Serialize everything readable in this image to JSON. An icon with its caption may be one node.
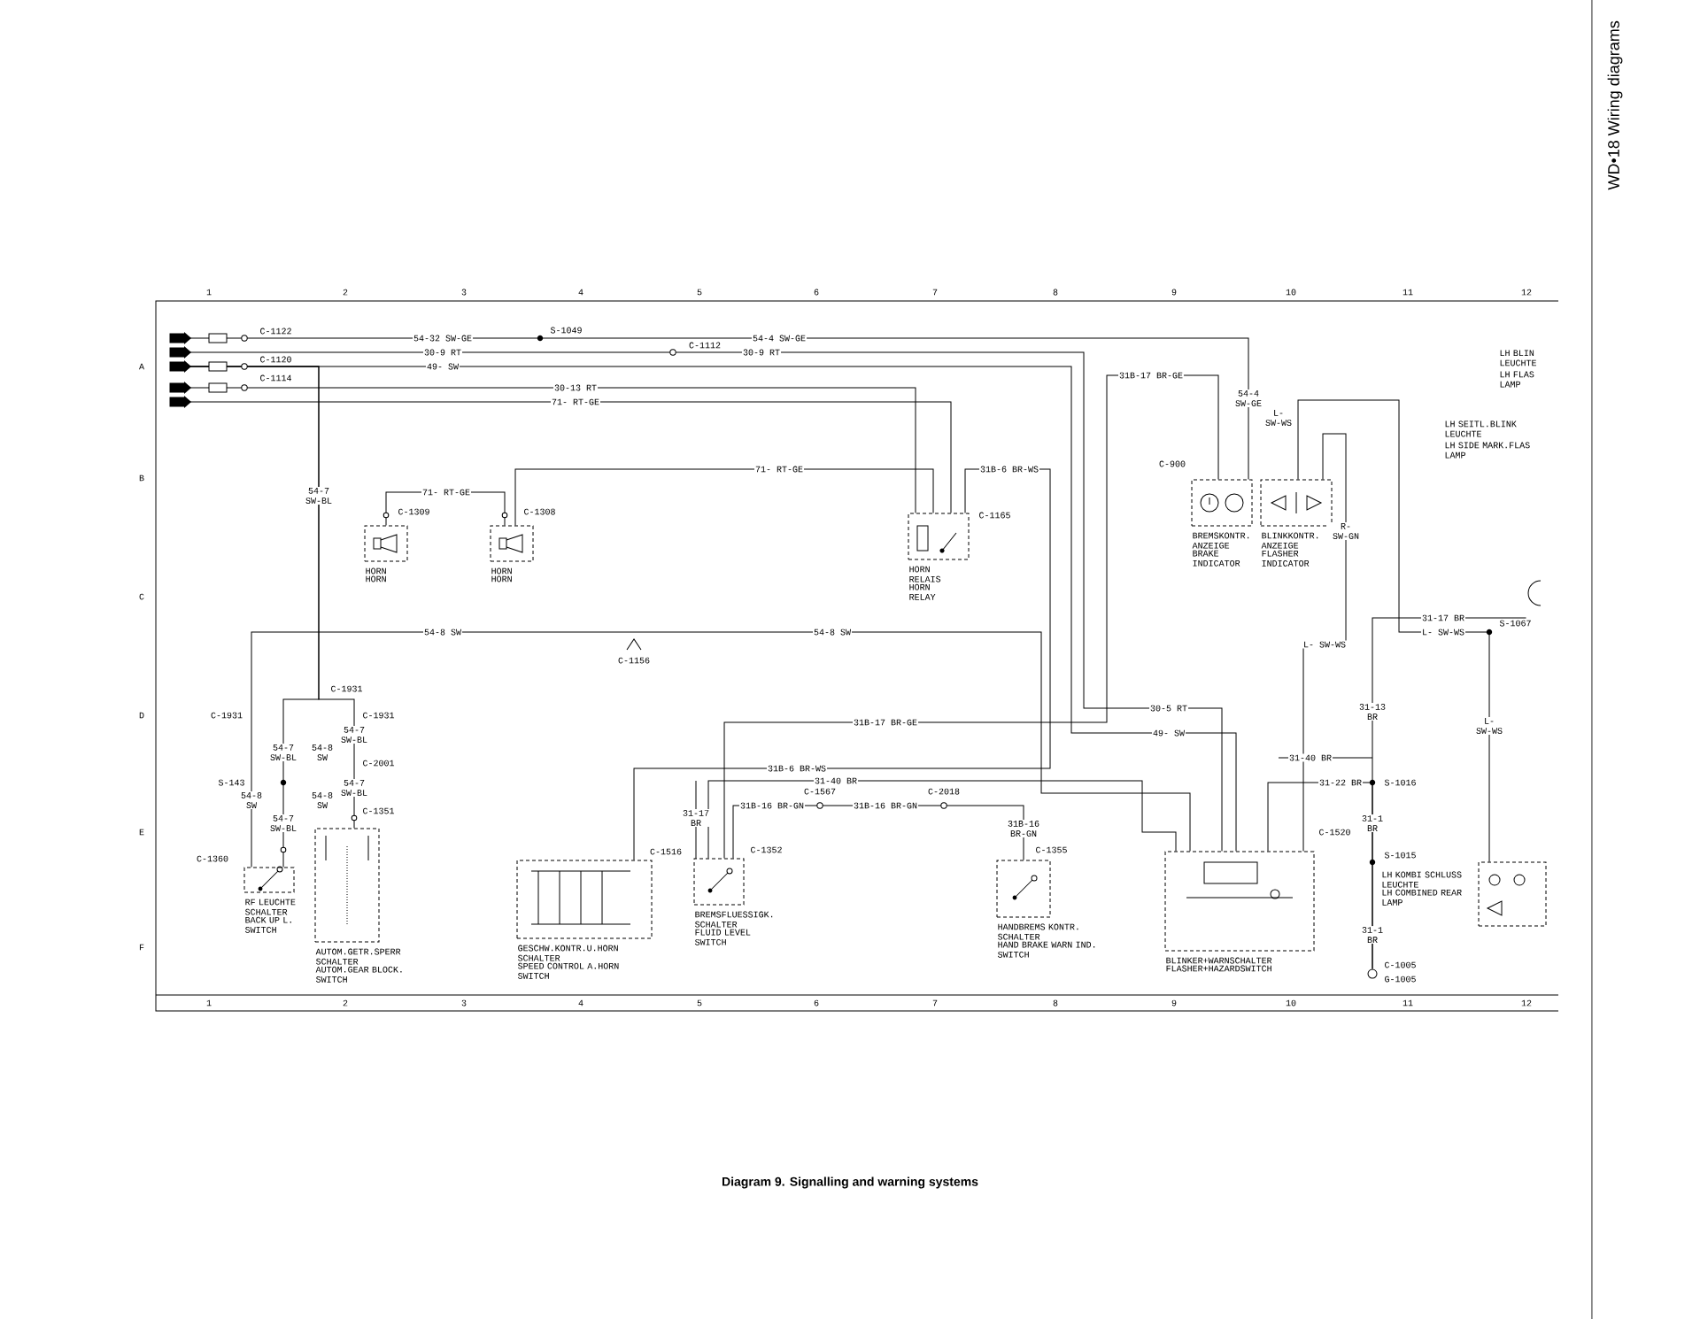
{
  "diagram": {
    "title": "WD•18 Wiring diagrams",
    "caption": "Diagram 9. Signalling and warning systems",
    "nodes": [
      {
        "text": [],
        "shape": "box"
      },
      {
        "text": [],
        "shape": "box"
      },
      {
        "text": [],
        "shape": "box"
      },
      {
        "text": [],
        "shape": "box"
      },
      {
        "text": [],
        "shape": "box"
      },
      {
        "text": [
          "HORN",
          "HORN"
        ]
      },
      {
        "text": [
          "HORN",
          "HORN"
        ]
      },
      {
        "text": [
          "HORN RELAIS",
          "HORN RELAY"
        ]
      },
      {
        "text": [
          "BREMSKONTR. ANZEIGE",
          "BRAKE INDICATOR"
        ]
      },
      {
        "text": [
          "BLINKKONTR. ANZEIGE",
          "FLASHER INDICATOR"
        ]
      },
      {
        "text": [],
        "shape": "lamp"
      },
      {
        "text": [
          "RF LEUCHTE SCHALTER",
          "BACK UP L. SWITCH"
        ]
      },
      {
        "text": [
          "AUTOM.GETR.SPERR SCHALTER",
          "AUTOM.GEAR BLOCK. SWITCH"
        ]
      },
      {
        "text": [
          "GESCHW.KONTR.U.HORN SCHALTER",
          "SPEED CONTROL A.HORN SWITCH"
        ]
      },
      {
        "text": [
          "BREMSFLUESSIGK. SCHALTER",
          "FLUID LEVEL SWITCH"
        ]
      },
      {
        "text": [
          "HANDBREMS KONTR. SCHALTER",
          "HAND BRAKE WARN IND. SWITCH"
        ]
      },
      {
        "text": [
          "BLINKER+WARNSCHALTER",
          "FLASHER+HAZARDSWITCH"
        ]
      },
      {
        "text": [
          "LH KOMBI SCHLUSS LEUCHTE",
          "LH COMBINED REAR LAMP"
        ]
      },
      {
        "text": [],
        "shape": "circle"
      }
    ],
    "edges": [
      {
        "from": 0,
        "to": 8,
        "arrow": "none",
        "label": "54-32 SW-GE"
      },
      {
        "from": 1,
        "to": 16,
        "arrow": "none",
        "label": "30-9 RT"
      },
      {
        "from": 2,
        "to": 16,
        "arrow": "none",
        "label": "49- SW"
      },
      {
        "from": 2,
        "to": 11,
        "arrow": "none",
        "label": "54-7 SW-BL"
      },
      {
        "from": 3,
        "to": 7,
        "arrow": "none",
        "label": "30-13 RT"
      },
      {
        "from": 4,
        "to": 7,
        "arrow": "none",
        "label": "71- RT-GE"
      },
      {
        "from": 5,
        "to": 6,
        "arrow": "none",
        "label": "71- RT-GE"
      },
      {
        "from": 6,
        "to": 7,
        "arrow": "none",
        "label": "71- RT-GE"
      },
      {
        "from": 7,
        "to": 13,
        "arrow": "none",
        "label": "31B-6 BR-WS"
      },
      {
        "from": 8,
        "to": 14,
        "arrow": "none",
        "label": "31B-17 BR-GE"
      },
      {
        "from": 9,
        "to": 17,
        "arrow": "none",
        "label": "L- SW-WS"
      },
      {
        "from": 9,
        "to": 16,
        "arrow": "none",
        "label": "R- SW-GN"
      },
      {
        "from": 10,
        "to": 18,
        "arrow": "none",
        "label": "31-17 BR"
      },
      {
        "from": 11,
        "to": 16,
        "arrow": "none",
        "label": "54-8 SW"
      },
      {
        "from": 14,
        "to": 15,
        "arrow": "none",
        "label": "31B-16 BR-GN"
      },
      {
        "from": 14,
        "to": 16,
        "arrow": "none",
        "label": "31-40 BR"
      },
      {
        "from": 16,
        "to": 18,
        "arrow": "none",
        "label": "31-22 BR"
      },
      {
        "from": 2,
        "to": 12,
        "arrow": "none"
      }
    ],
    "labels": [
      "1",
      "2",
      "3",
      "4",
      "5",
      "6",
      "7",
      "8",
      "9",
      "10",
      "11",
      "12",
      "1",
      "2",
      "3",
      "4",
      "5",
      "6",
      "7",
      "8",
      "9",
      "10",
      "11",
      "12",
      "A",
      "B",
      "C",
      "D",
      "E",
      "F",
      "LH BLIN LEUCHTE",
      "LH FLAS LAMP",
      "LH SEITL.BLINK LEUCHTE",
      "LH SIDE MARK.FLAS LAMP",
      "C-1122",
      "C-1120",
      "C-1114",
      "S-1049",
      "C-1112",
      "C-1309",
      "C-1308",
      "C-1165",
      "C-900",
      "C-1156",
      "S-1067",
      "C-1931",
      "C-1931",
      "C-1931",
      "C-2001",
      "S-143",
      "C-1351",
      "C-1360",
      "C-1516",
      "C-1352",
      "C-1567",
      "C-2018",
      "C-1355",
      "C-1520",
      "S-1016",
      "S-1015",
      "C-1005",
      "G-1005",
      "54-4 SW-GE",
      "30-9 RT",
      "54-4 SW-GE",
      "L- SW-WS",
      "54-8 SW",
      "L- SW-WS",
      "31B-17 BR-GE",
      "30-5 RT",
      "49- SW",
      "31B-6 BR-WS",
      "31-40 BR",
      "31B-16 BR-GN",
      "31B-16 BR-GN",
      "31-17 BR",
      "31-13 BR",
      "31-1 BR",
      "31-1 BR",
      "L- SW-WS",
      "54-7 SW-BL",
      "54-7 SW-BL",
      "54-8 SW",
      "54-7 SW-BL",
      "54-8 SW",
      "54-7 SW-BL",
      "54-8 SW"
    ]
  }
}
